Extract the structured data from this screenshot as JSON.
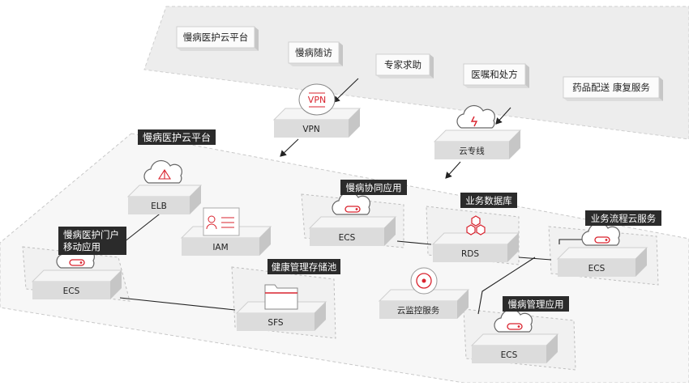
{
  "top_labels": [
    "慢病医护云平台",
    "慢病随访",
    "专家求助",
    "医嘱和处方",
    "药品配送 康复服务"
  ],
  "platform_label": "慢病医护云平台",
  "nodes": {
    "vpn": "VPN",
    "direct_connect": "云专线",
    "elb": "ELB",
    "iam": "IAM",
    "ecs_collab": "ECS",
    "rds": "RDS",
    "ecs_workflow": "ECS",
    "ecs_portal": "ECS",
    "sfs": "SFS",
    "cloud_eye": "云监控服务",
    "ecs_mgmt": "ECS"
  },
  "group_labels": {
    "portal": [
      "慢病医护门户",
      "移动应用"
    ],
    "collab": "慢病协同应用",
    "database": "业务数据库",
    "workflow": "业务流程云服务",
    "storage": "健康管理存储池",
    "mgmt": "慢病管理应用"
  },
  "icon_texts": {
    "vpn": "VPN"
  },
  "colors": {
    "accent": "#d9232e",
    "label_bg": "#2b2b2b",
    "box_top": "#f5f5f5",
    "box_front": "#dcdcdc",
    "box_side": "#c6c6c6"
  }
}
